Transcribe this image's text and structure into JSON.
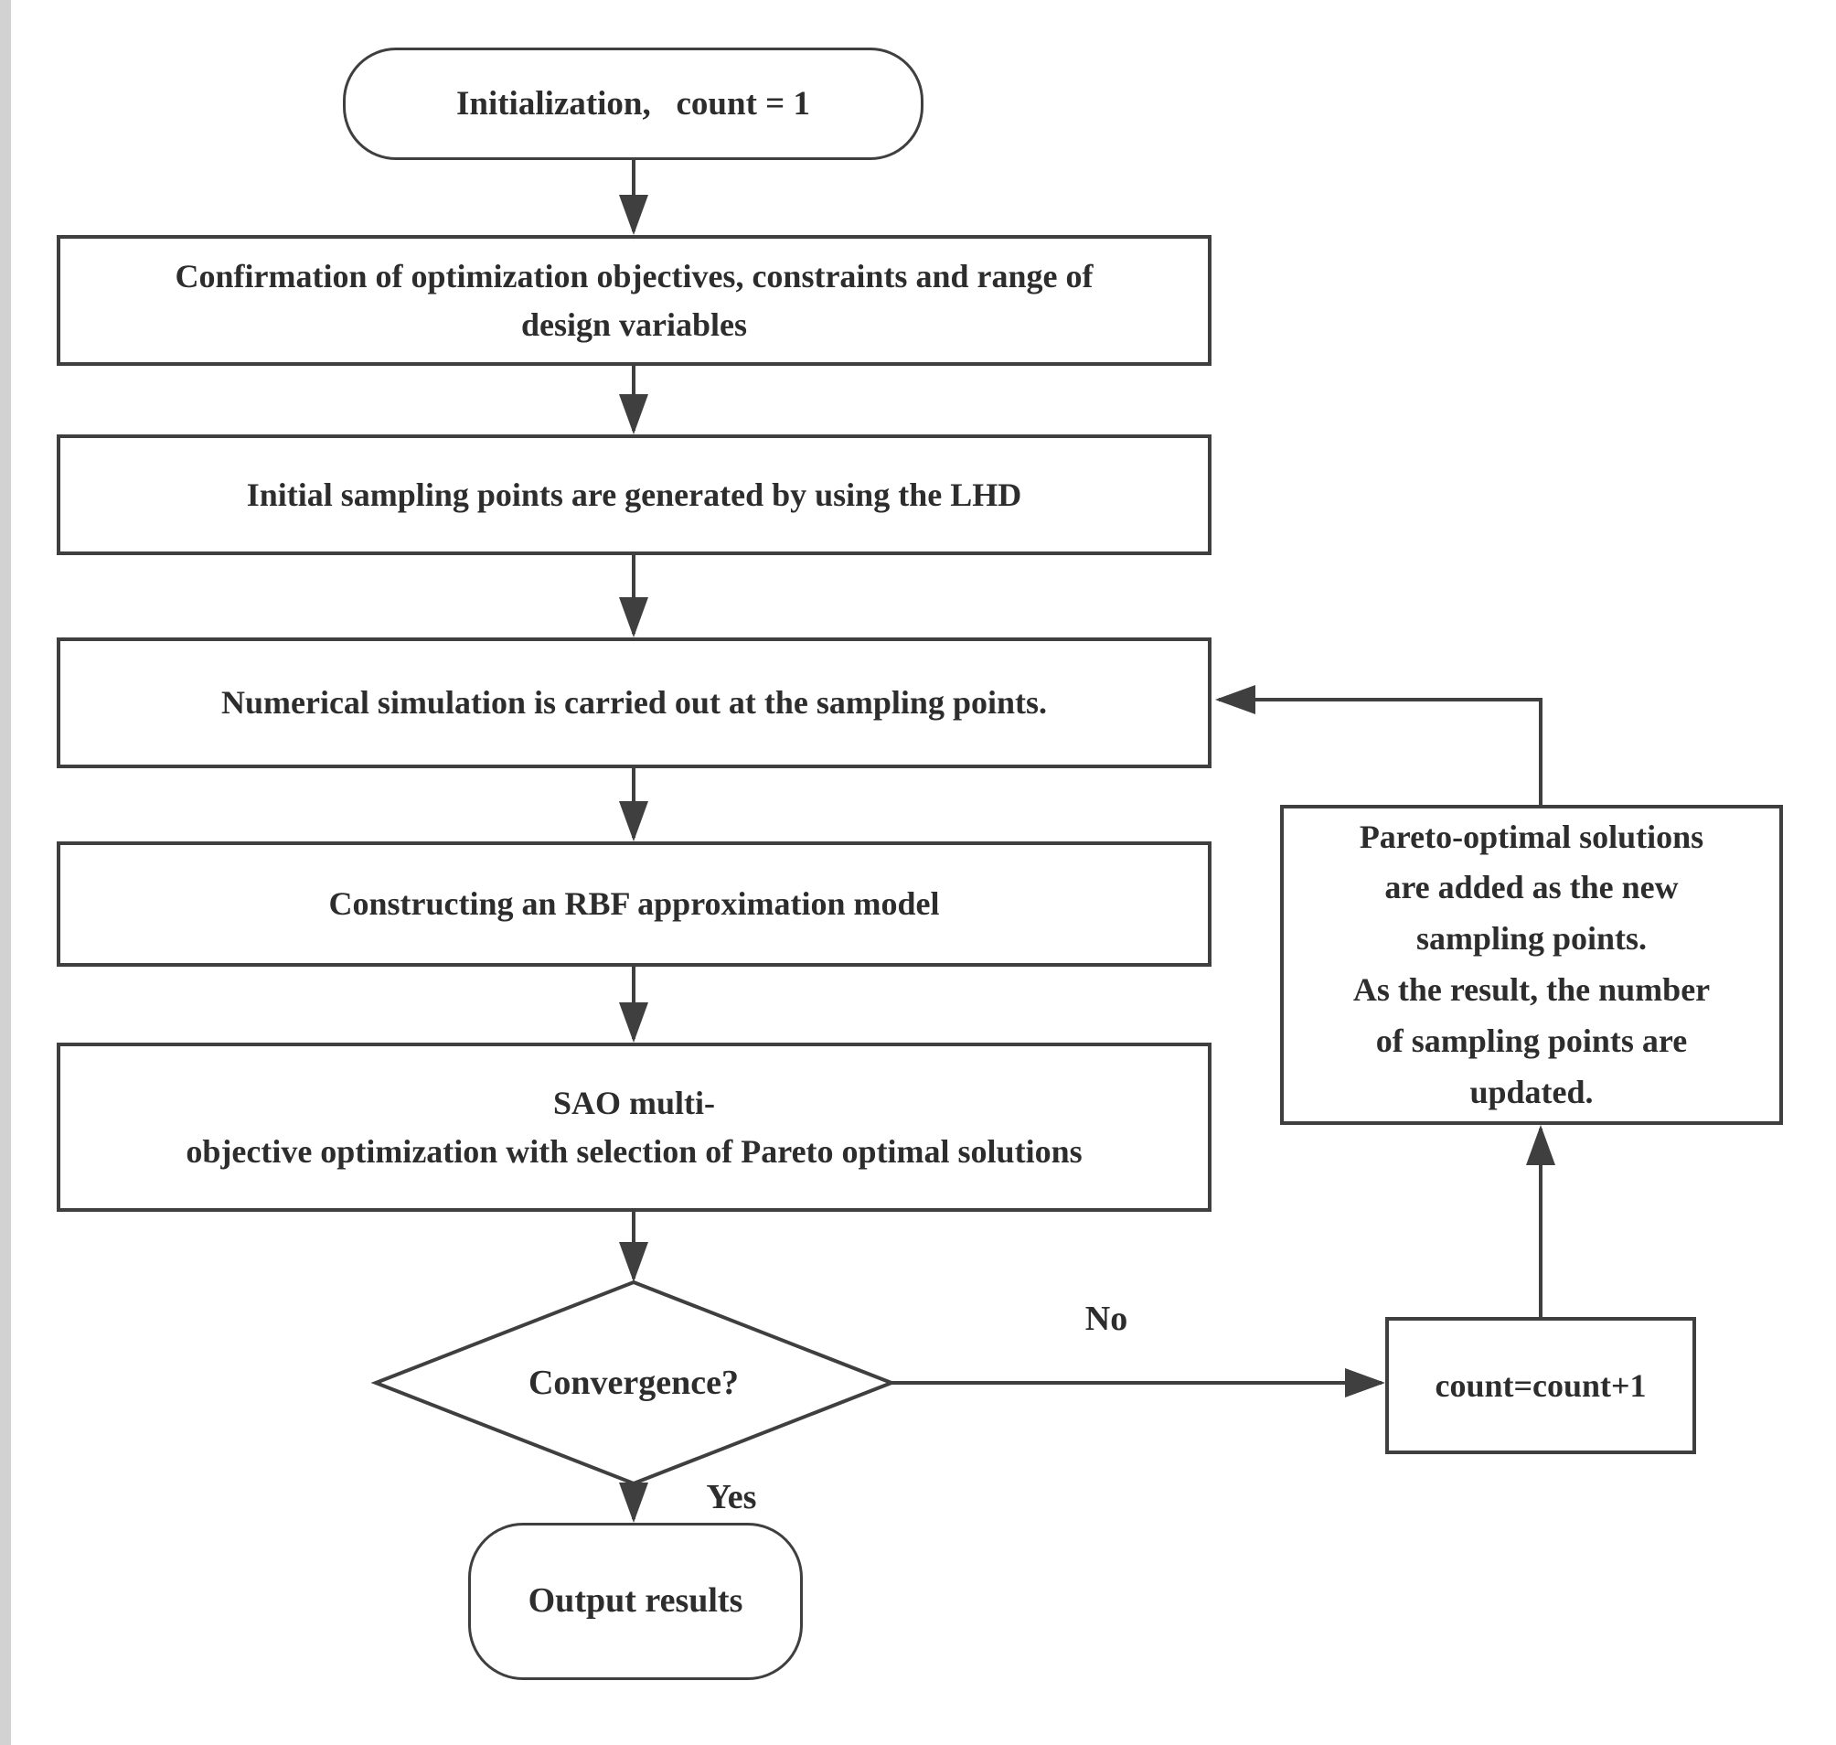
{
  "flowchart": {
    "nodes": {
      "init": {
        "label": "Initialization,   count = 1"
      },
      "confirm": {
        "label": "Confirmation of optimization objectives, constraints and range of\ndesign variables"
      },
      "lhd": {
        "label": "Initial sampling points are generated by using the LHD"
      },
      "sim": {
        "label": "Numerical simulation is carried out at the sampling points."
      },
      "rbf": {
        "label": "Constructing an RBF approximation model"
      },
      "sao": {
        "label": "SAO multi-\nobjective optimization with selection of Pareto optimal solutions"
      },
      "convergence": {
        "label": "Convergence?"
      },
      "pareto": {
        "label": "Pareto-optimal solutions\nare added as the new\nsampling points.\nAs the result, the number\nof sampling points are\nupdated."
      },
      "count": {
        "label": "count=count+1"
      },
      "output": {
        "label": "Output results"
      }
    },
    "edge_labels": {
      "yes": "Yes",
      "no": "No"
    },
    "colors": {
      "stroke": "#3f3f3f",
      "text": "#2d2d2d",
      "background": "#ffffff"
    }
  }
}
